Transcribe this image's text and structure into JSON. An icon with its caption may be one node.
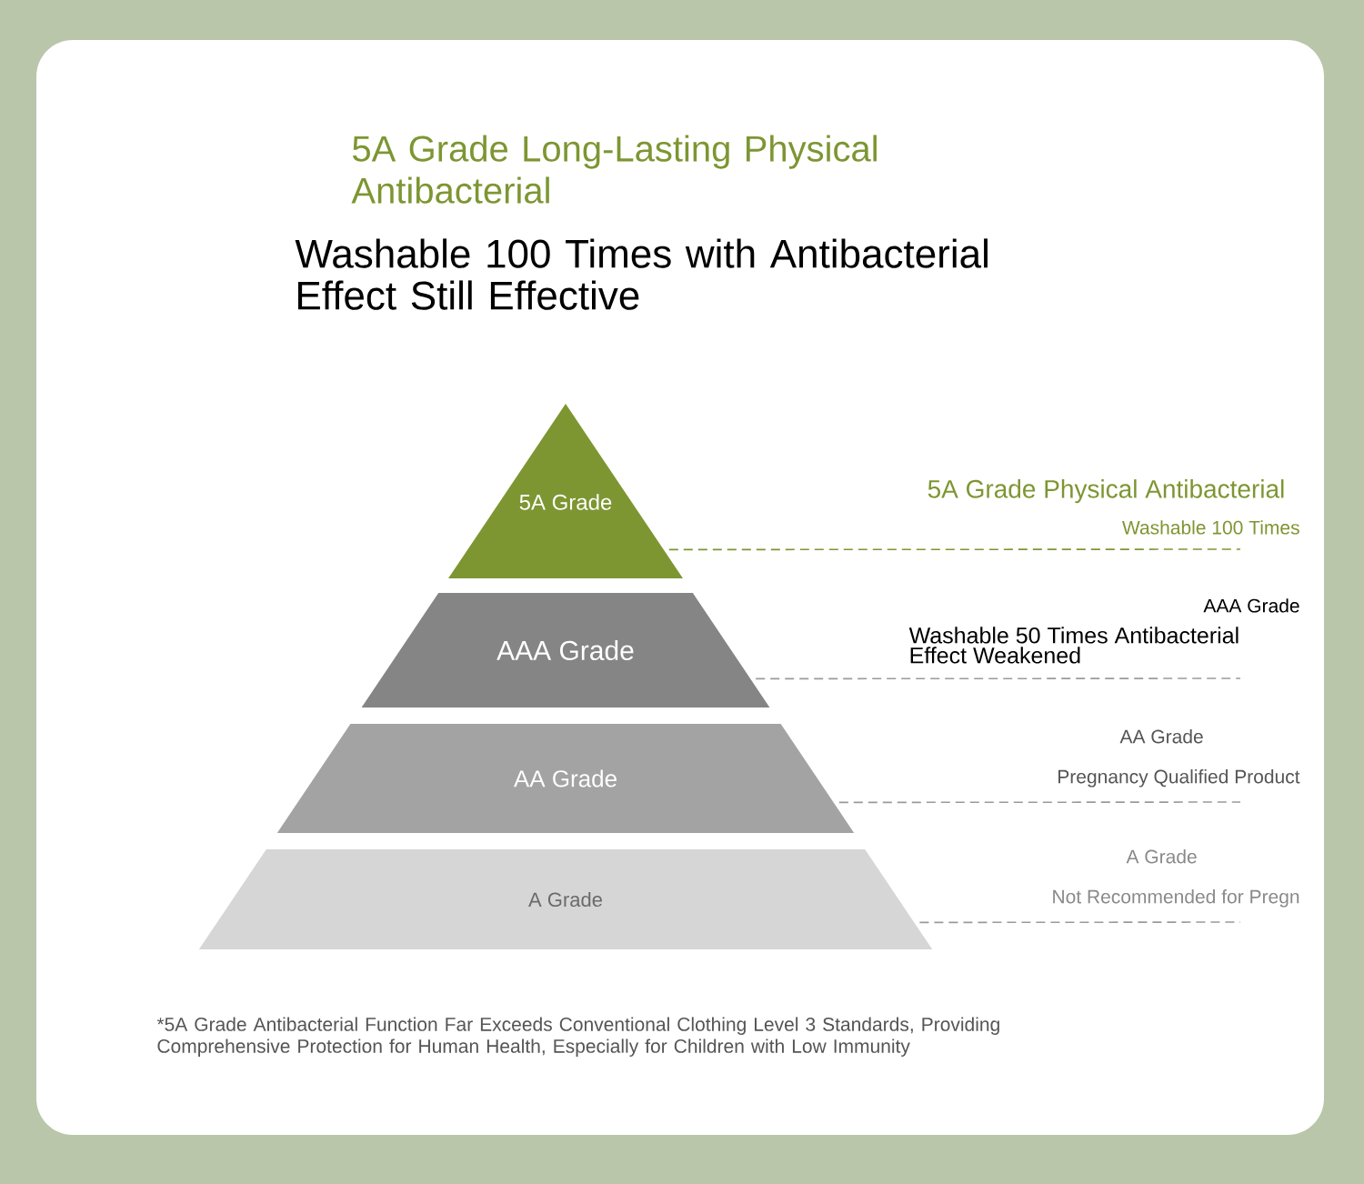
{
  "diagram": {
    "title": "5A Grade Long-Lasting Physical Antibacterial",
    "nodes": [
      {
        "text": [
          "5A Grade"
        ]
      },
      {
        "text": [
          "AAA Grade"
        ]
      },
      {
        "text": [
          "AA Grade"
        ]
      },
      {
        "text": [
          "A Grade"
        ]
      },
      {
        "text": [
          "5A Grade Physical Antibacterial",
          "Washable 100 Times"
        ]
      },
      {
        "text": [
          "AAA Grade",
          "Washable 50 Times Antibacterial Effect Weakened"
        ]
      },
      {
        "text": [
          "AA Grade",
          "Pregnancy Qualified Product"
        ]
      },
      {
        "text": [
          "A Grade",
          "Not Recommended for Pregn"
        ]
      }
    ],
    "edges": [
      {
        "from": 0,
        "to": 4,
        "arrow": "none",
        "style": "dashed",
        "color": "#7d9632"
      },
      {
        "from": 1,
        "to": 5,
        "arrow": "none",
        "style": "dashed"
      },
      {
        "from": 2,
        "to": 6,
        "arrow": "none",
        "style": "dashed"
      },
      {
        "from": 3,
        "to": 7,
        "arrow": "none",
        "style": "dashed"
      }
    ],
    "labels": [
      "Washable 100 Times with Antibacterial Effect Still Effective"
    ],
    "caption": "*5A Grade Antibacterial Function Far Exceeds Conventional Clothing Level 3 Standards, Providing Comprehensive Protection for Human Health, Especially for Children with Low Immunity"
  }
}
